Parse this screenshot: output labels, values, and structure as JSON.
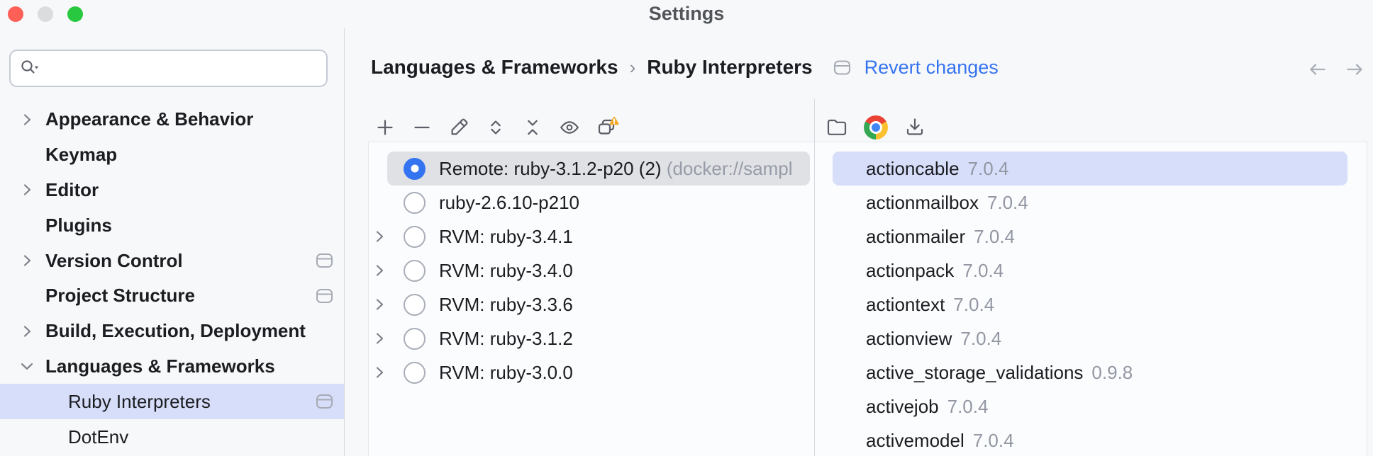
{
  "window": {
    "title": "Settings"
  },
  "titlebar": {
    "buttons": [
      "close",
      "minimize",
      "zoom"
    ]
  },
  "sidebar": {
    "search": {
      "placeholder": "",
      "icon": "search-icon"
    },
    "items": [
      {
        "label": "Appearance & Behavior",
        "level": 0,
        "bold": true,
        "expandable": true,
        "expanded": false,
        "selected": false,
        "modified": false
      },
      {
        "label": "Keymap",
        "level": 0,
        "bold": true,
        "expandable": false,
        "expanded": false,
        "selected": false,
        "modified": false
      },
      {
        "label": "Editor",
        "level": 0,
        "bold": true,
        "expandable": true,
        "expanded": false,
        "selected": false,
        "modified": false
      },
      {
        "label": "Plugins",
        "level": 0,
        "bold": true,
        "expandable": false,
        "expanded": false,
        "selected": false,
        "modified": false
      },
      {
        "label": "Version Control",
        "level": 0,
        "bold": true,
        "expandable": true,
        "expanded": false,
        "selected": false,
        "modified": true
      },
      {
        "label": "Project Structure",
        "level": 0,
        "bold": true,
        "expandable": false,
        "expanded": false,
        "selected": false,
        "modified": true
      },
      {
        "label": "Build, Execution, Deployment",
        "level": 0,
        "bold": true,
        "expandable": true,
        "expanded": false,
        "selected": false,
        "modified": false
      },
      {
        "label": "Languages & Frameworks",
        "level": 0,
        "bold": true,
        "expandable": true,
        "expanded": true,
        "selected": false,
        "modified": false
      },
      {
        "label": "Ruby Interpreters",
        "level": 1,
        "bold": false,
        "expandable": false,
        "expanded": false,
        "selected": true,
        "modified": true
      },
      {
        "label": "DotEnv",
        "level": 1,
        "bold": false,
        "expandable": false,
        "expanded": false,
        "selected": false,
        "modified": false
      }
    ]
  },
  "header": {
    "breadcrumb": [
      "Languages & Frameworks",
      "Ruby Interpreters"
    ],
    "separator": "›",
    "revert_label": "Revert changes",
    "nav_icons": [
      "back-arrow-icon",
      "forward-arrow-icon"
    ]
  },
  "interpreters": {
    "toolbar_icons": [
      "add-icon",
      "remove-icon",
      "edit-icon",
      "expand-icon",
      "collapse-icon",
      "eye-icon",
      "copy-warning-icon"
    ],
    "items": [
      {
        "label": "Remote: ruby-3.1.2-p20 (2)",
        "detail": "(docker://sampl",
        "selected": true,
        "checked": true,
        "expandable": false
      },
      {
        "label": "ruby-2.6.10-p210",
        "detail": "",
        "selected": false,
        "checked": false,
        "expandable": false
      },
      {
        "label": "RVM: ruby-3.4.1",
        "detail": "",
        "selected": false,
        "checked": false,
        "expandable": true
      },
      {
        "label": "RVM: ruby-3.4.0",
        "detail": "",
        "selected": false,
        "checked": false,
        "expandable": true
      },
      {
        "label": "RVM: ruby-3.3.6",
        "detail": "",
        "selected": false,
        "checked": false,
        "expandable": true
      },
      {
        "label": "RVM: ruby-3.1.2",
        "detail": "",
        "selected": false,
        "checked": false,
        "expandable": true
      },
      {
        "label": "RVM: ruby-3.0.0",
        "detail": "",
        "selected": false,
        "checked": false,
        "expandable": true
      }
    ]
  },
  "gems": {
    "toolbar_icons": [
      "folder-icon",
      "chrome-icon",
      "download-icon"
    ],
    "items": [
      {
        "name": "actioncable",
        "version": "7.0.4",
        "selected": true
      },
      {
        "name": "actionmailbox",
        "version": "7.0.4",
        "selected": false
      },
      {
        "name": "actionmailer",
        "version": "7.0.4",
        "selected": false
      },
      {
        "name": "actionpack",
        "version": "7.0.4",
        "selected": false
      },
      {
        "name": "actiontext",
        "version": "7.0.4",
        "selected": false
      },
      {
        "name": "actionview",
        "version": "7.0.4",
        "selected": false
      },
      {
        "name": "active_storage_validations",
        "version": "0.9.8",
        "selected": false
      },
      {
        "name": "activejob",
        "version": "7.0.4",
        "selected": false
      },
      {
        "name": "activemodel",
        "version": "7.0.4",
        "selected": false
      }
    ]
  },
  "colors": {
    "accent": "#3574F0",
    "link": "#3574F0",
    "selection_active": "#D7DEFA",
    "selection_inactive": "#DFE1E5",
    "warning": "#F5A623",
    "secondary_text": "#9297A3"
  }
}
